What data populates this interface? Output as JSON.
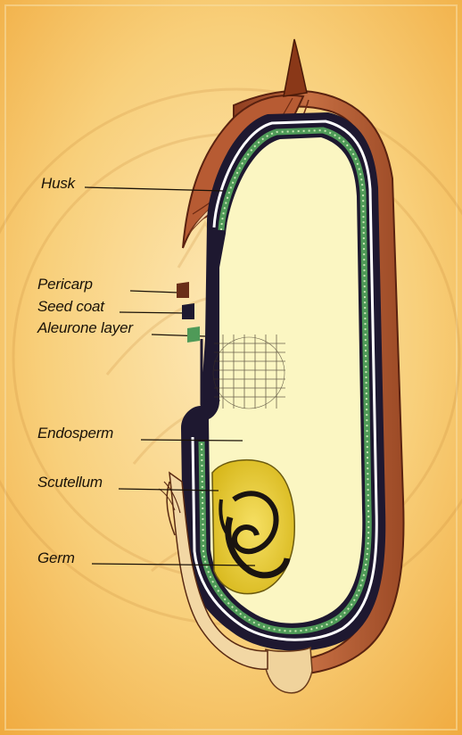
{
  "labels": {
    "husk": "Husk",
    "pericarp": "Pericarp",
    "seed_coat": "Seed coat",
    "aleurone": "Aleurone layer",
    "endosperm": "Endosperm",
    "scutellum": "Scutellum",
    "germ": "Germ"
  },
  "colors": {
    "background_warm": "#f4b94e",
    "background_light": "#fbe6b0",
    "husk": "#b9643a",
    "husk_dark": "#6a2a14",
    "endosperm": "#fbf6c2",
    "aleurone": "#4f9a58",
    "seed_coat": "#1e1830",
    "germ": "#e8cc2c",
    "base": "#f0d39c"
  }
}
